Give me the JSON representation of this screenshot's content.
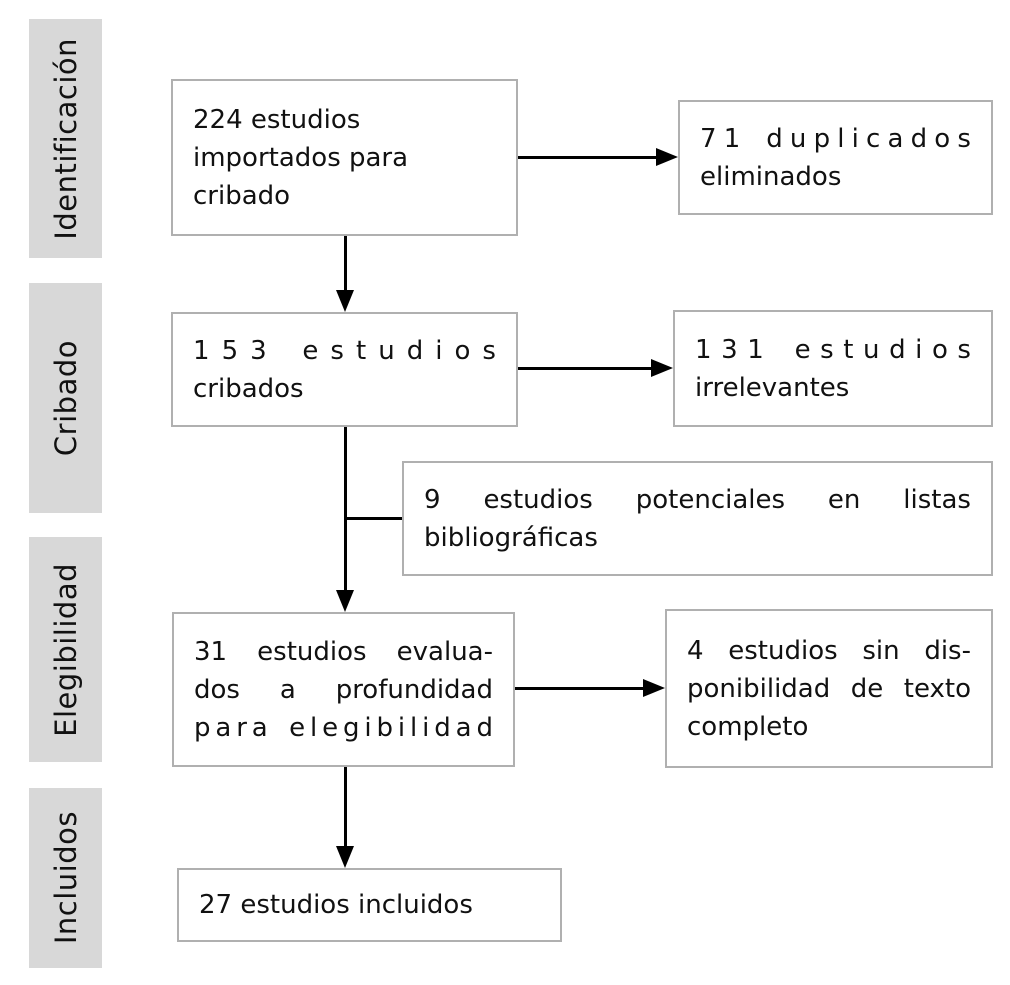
{
  "stages": [
    {
      "label": "Identificación"
    },
    {
      "label": "Cribado"
    },
    {
      "label": "Elegibilidad"
    },
    {
      "label": "Incluidos"
    }
  ],
  "boxes": {
    "imported": {
      "text": "224 estudios importados para cribado",
      "lines": [
        {
          "t": "224 estudios",
          "m": "normal"
        },
        {
          "t": "importados para",
          "m": "normal"
        },
        {
          "t": "cribado",
          "m": "normal"
        }
      ]
    },
    "duplicates_removed": {
      "text": "71 duplicados eliminados",
      "lines": [
        {
          "t": "71 duplicados",
          "m": "spread"
        },
        {
          "t": "eliminados",
          "m": "normal"
        }
      ]
    },
    "screened": {
      "text": "153 estudios cribados",
      "lines": [
        {
          "t": "153 estudios",
          "m": "spread"
        },
        {
          "t": "cribados",
          "m": "normal"
        }
      ]
    },
    "irrelevant": {
      "text": "131 estudios irrelevantes",
      "lines": [
        {
          "t": "131 estudios",
          "m": "spread"
        },
        {
          "t": "irrelevantes",
          "m": "normal"
        }
      ]
    },
    "reference_lists": {
      "text": "9 estudios potenciales en listas bibliográficas",
      "lines": [
        {
          "t": "9 estudios potenciales en listas",
          "m": "jword"
        },
        {
          "t": "bibliográficas",
          "m": "normal"
        }
      ]
    },
    "fulltext_assessed": {
      "text": "31 estudios evaluados a profundidad para elegibilidad",
      "lines": [
        {
          "t": "31 estudios evalua-",
          "m": "jword"
        },
        {
          "t": "dos a profundidad",
          "m": "jword"
        },
        {
          "t": "para elegibilidad",
          "m": "spread"
        }
      ]
    },
    "no_fulltext": {
      "text": "4 estudios sin disponibilidad de texto completo",
      "lines": [
        {
          "t": "4 estudios sin dis-",
          "m": "jword"
        },
        {
          "t": "ponibilidad de texto",
          "m": "jword"
        },
        {
          "t": "completo",
          "m": "normal"
        }
      ]
    },
    "included": {
      "text": "27 estudios incluidos",
      "lines": [
        {
          "t": "27 estudios incluidos",
          "m": "normal"
        }
      ]
    }
  },
  "colors": {
    "stage_bg": "#d8d8d8",
    "box_border": "#b0b0b0",
    "box_bg": "#ffffff",
    "arrow": "#000000",
    "text": "#111111",
    "page_bg": "#ffffff"
  }
}
